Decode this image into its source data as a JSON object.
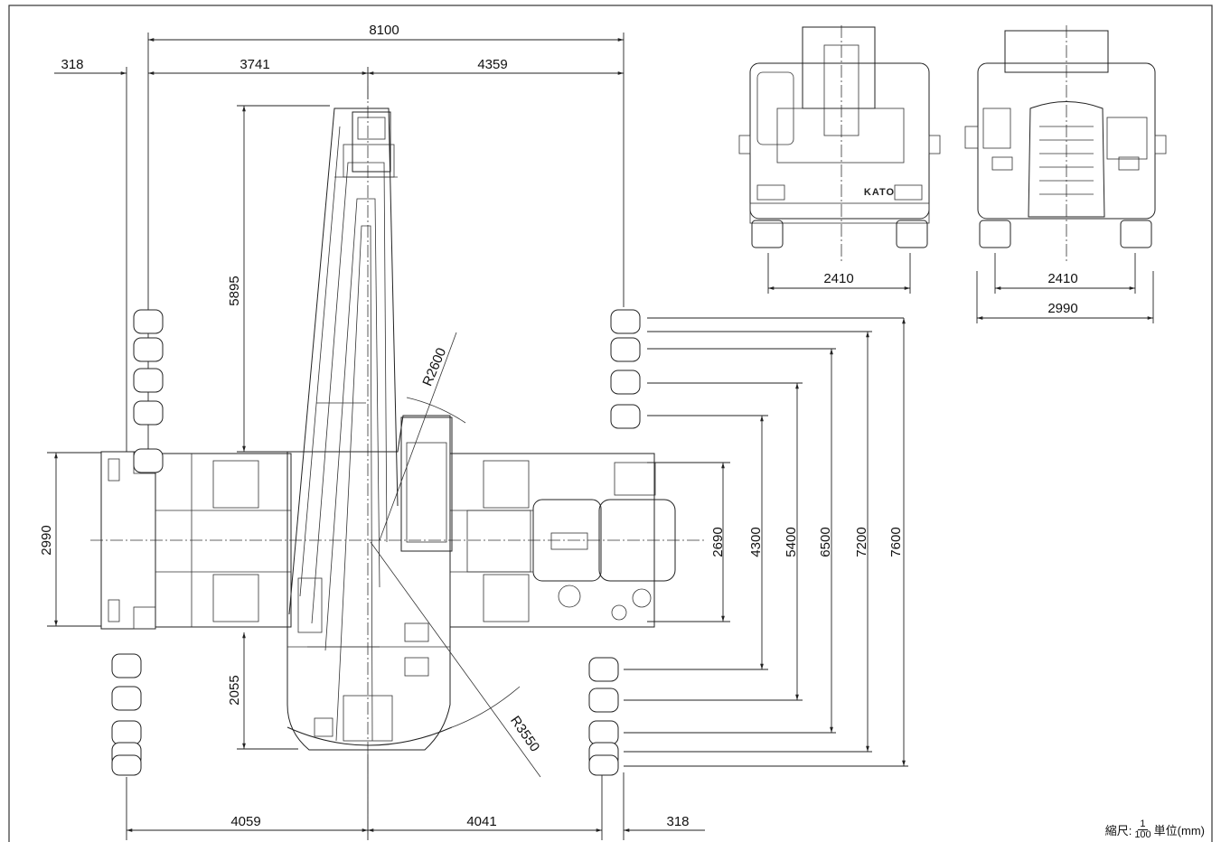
{
  "drawing": {
    "brand_label": "KATO",
    "scale_label": "縮尺:",
    "scale_numerator": "1",
    "scale_denominator": "100",
    "unit_label": "単位(mm)"
  },
  "dimensions": {
    "overall_length": "8100",
    "front_overhang": "318",
    "front_to_center": "3741",
    "center_to_rear": "4359",
    "boom_length": "5895",
    "tail_radius_small": "R2600",
    "tail_radius_large": "R3550",
    "width_left": "2990",
    "rear_offset": "2055",
    "bottom_left": "4059",
    "bottom_right": "4041",
    "bottom_overhang": "318",
    "outrigger_2690": "2690",
    "outrigger_4300": "4300",
    "outrigger_5400": "5400",
    "outrigger_6500": "6500",
    "outrigger_7200": "7200",
    "outrigger_7600": "7600",
    "rear_view_track": "2410",
    "front_view_track": "2410",
    "front_view_width": "2990"
  }
}
